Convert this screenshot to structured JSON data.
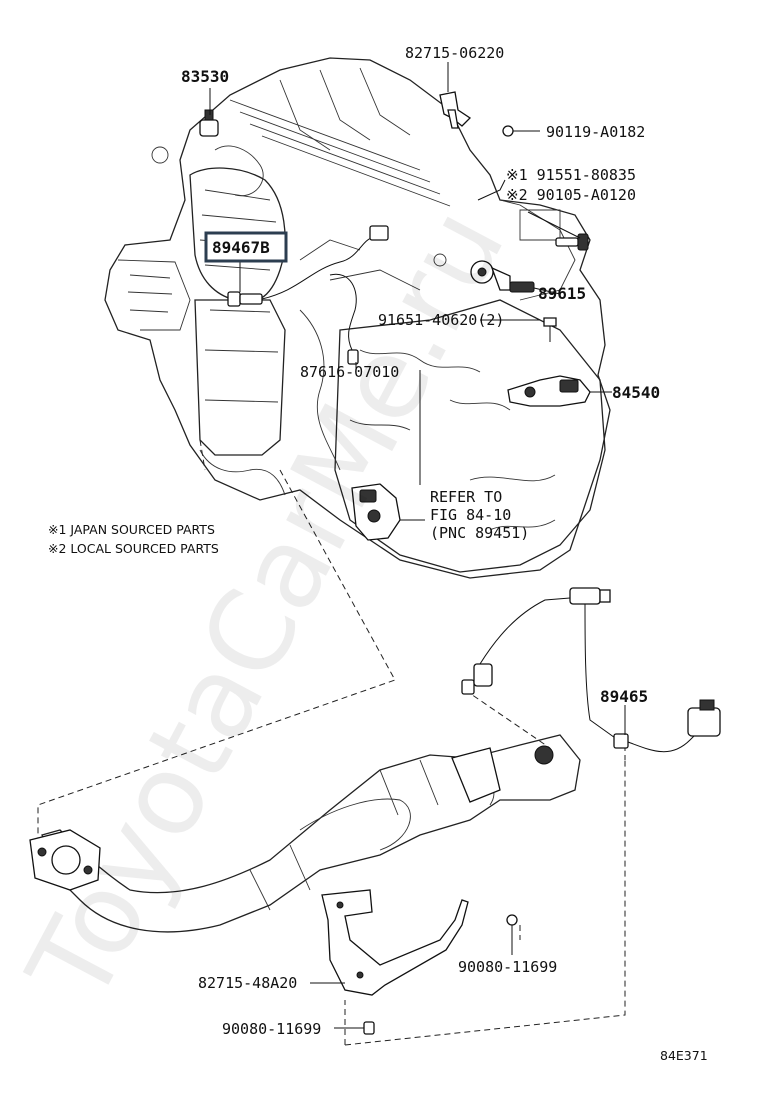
{
  "parts": {
    "p83530": "83530",
    "p82715_06220": "82715-06220",
    "p90119": "90119-A0182",
    "p91551": "※1 91551-80835",
    "p90105": "※2 90105-A0120",
    "p89467B": "89467B",
    "p89615": "89615",
    "p91651": "91651-40620(2)",
    "p87616": "87616-07010",
    "p84540": "84540",
    "p89465": "89465",
    "p82715_48A20": "82715-48A20",
    "p90080_right": "90080-11699",
    "p90080_bottom": "90080-11699"
  },
  "refer": {
    "line1": "REFER TO",
    "line2": "FIG 84-10",
    "line3": "(PNC 89451)"
  },
  "notes": {
    "note1": "※1 JAPAN SOURCED PARTS",
    "note2": "※2 LOCAL SOURCED PARTS"
  },
  "diagram_id": "84E371",
  "watermark": "ToyotaCarMe.ru",
  "highlight_color": "#2c3e50"
}
